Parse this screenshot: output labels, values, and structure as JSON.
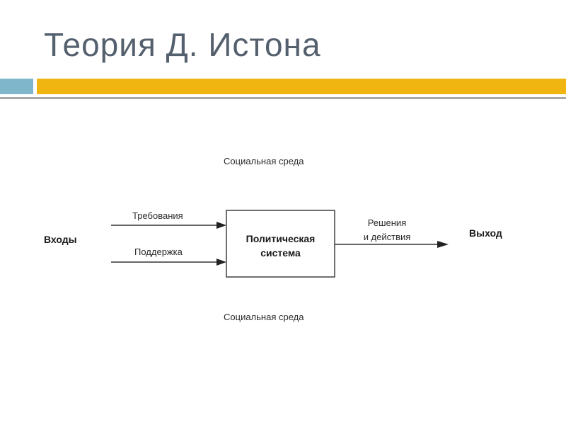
{
  "slide": {
    "title": "Теория Д. Истона"
  },
  "diagram": {
    "environment_top": "Социальная среда",
    "environment_bottom": "Социальная среда",
    "inputs_label": "Входы",
    "input_demands": "Требования",
    "input_support": "Поддержка",
    "system_line1": "Политическая",
    "system_line2": "система",
    "output_line1": "Решения",
    "output_line2": "и действия",
    "output_label": "Выход"
  },
  "colors": {
    "title": "#55606e",
    "accent_blue": "#7fb6cc",
    "accent_gold": "#f0b510",
    "rule_gray": "#a9a9a9"
  }
}
